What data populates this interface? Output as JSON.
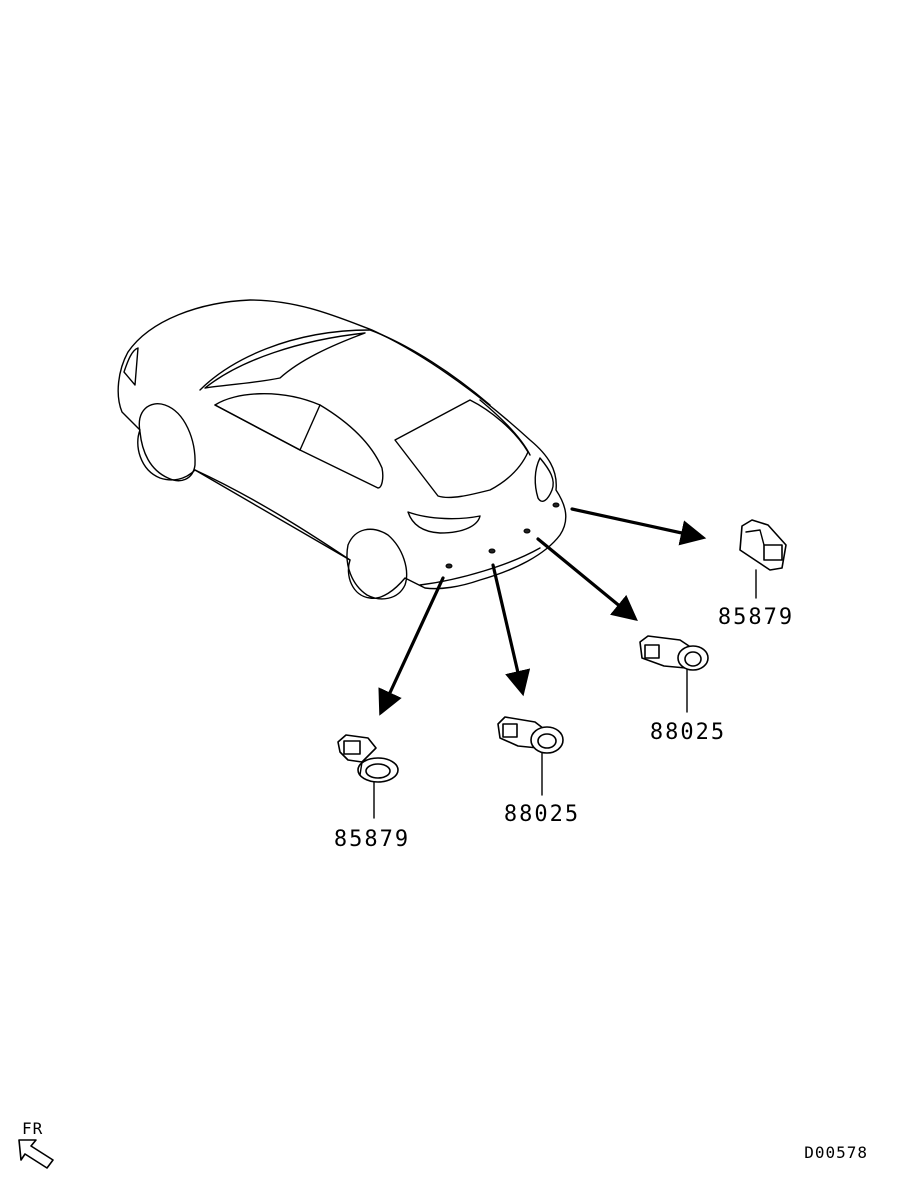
{
  "parts": [
    {
      "id": "rear-corner-left",
      "number": "85879"
    },
    {
      "id": "rear-center-left",
      "number": "88025"
    },
    {
      "id": "rear-center-right",
      "number": "88025"
    },
    {
      "id": "rear-corner-right",
      "number": "85879"
    }
  ],
  "orientation": {
    "label": "FR"
  },
  "diagram_code": "D00578"
}
